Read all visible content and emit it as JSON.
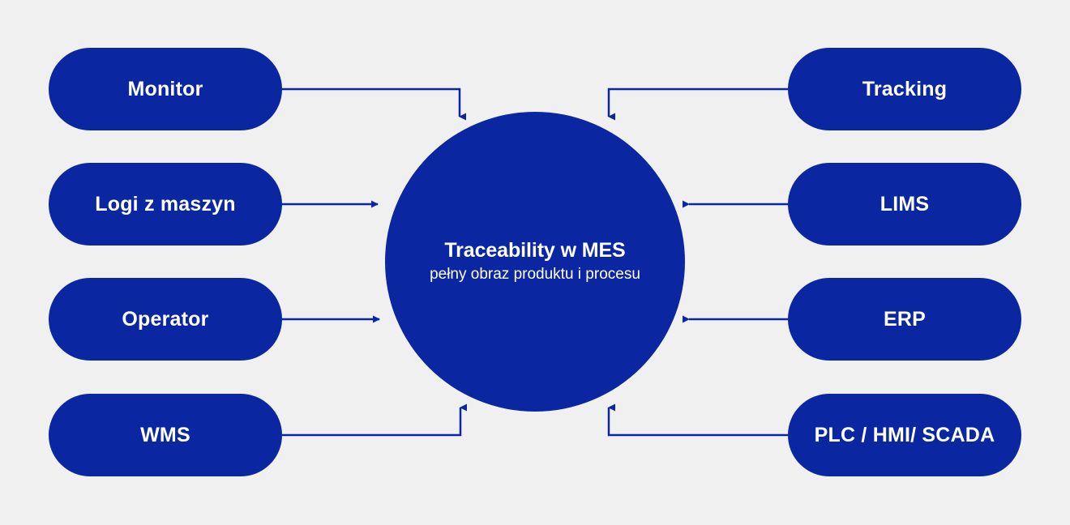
{
  "diagram": {
    "title": "Traceability w MES",
    "background_color": "#f0f0f0",
    "accent_color": "#0a26a0",
    "text_color": "#ffffff",
    "hub": {
      "title": "Traceability w MES",
      "subtitle": "pełny obraz produktu i procesu"
    },
    "left_nodes": [
      {
        "label": "Monitor"
      },
      {
        "label": "Logi z maszyn"
      },
      {
        "label": "Operator"
      },
      {
        "label": "WMS"
      }
    ],
    "right_nodes": [
      {
        "label": "Tracking"
      },
      {
        "label": "LIMS"
      },
      {
        "label": "ERP"
      },
      {
        "label": "PLC / HMI/ SCADA"
      }
    ],
    "connections": [
      {
        "from": "Monitor",
        "to": "Traceability w MES",
        "direction": "into-hub",
        "shape": "elbow-down"
      },
      {
        "from": "Logi z maszyn",
        "to": "Traceability w MES",
        "direction": "into-hub",
        "shape": "straight-right"
      },
      {
        "from": "Operator",
        "to": "Traceability w MES",
        "direction": "into-hub",
        "shape": "straight-right"
      },
      {
        "from": "WMS",
        "to": "Traceability w MES",
        "direction": "into-hub",
        "shape": "elbow-up"
      },
      {
        "from": "Tracking",
        "to": "Traceability w MES",
        "direction": "into-hub",
        "shape": "elbow-down"
      },
      {
        "from": "LIMS",
        "to": "Traceability w MES",
        "direction": "into-hub",
        "shape": "straight-left"
      },
      {
        "from": "ERP",
        "to": "Traceability w MES",
        "direction": "into-hub",
        "shape": "straight-left"
      },
      {
        "from": "PLC / HMI/ SCADA",
        "to": "Traceability w MES",
        "direction": "into-hub",
        "shape": "elbow-up"
      }
    ]
  }
}
